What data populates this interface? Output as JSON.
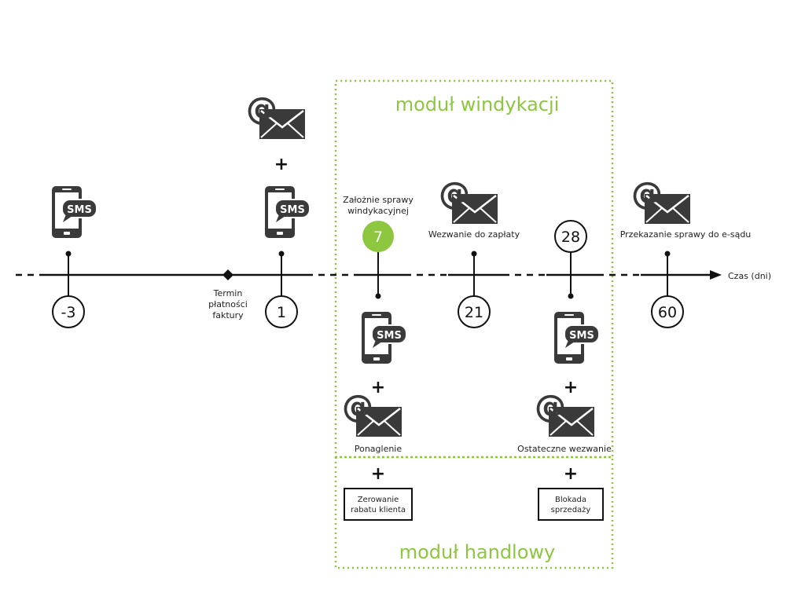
{
  "timeline": {
    "axis_label": "Czas (dni)",
    "due_label": [
      "Termin",
      "płatności",
      "faktury"
    ],
    "days": {
      "d_minus3": "-3",
      "d1": "1",
      "d7": "7",
      "d21": "21",
      "d28": "28",
      "d60": "60"
    }
  },
  "modules": {
    "collection": "moduł windykacji",
    "sales": "moduł handlowy"
  },
  "labels": {
    "case_open": [
      "Założnie sprawy",
      "windykacyjnej"
    ],
    "payment_demand": "Wezwanie do zapłaty",
    "transfer": "Przekazanie sprawy do e-sądu",
    "reminder": "Ponaglenie",
    "final_demand": "Ostateczne wezwanie"
  },
  "boxes": {
    "discount_reset": [
      "Zerowanie",
      "rabatu klienta"
    ],
    "sales_block": [
      "Blokada",
      "sprzedaży"
    ]
  },
  "symbols": {
    "plus": "+",
    "sms": "SMS",
    "at": "@"
  },
  "colors": {
    "accent_green": "#8dc63f",
    "icon_gray": "#3a3a3a",
    "line": "#111111"
  }
}
